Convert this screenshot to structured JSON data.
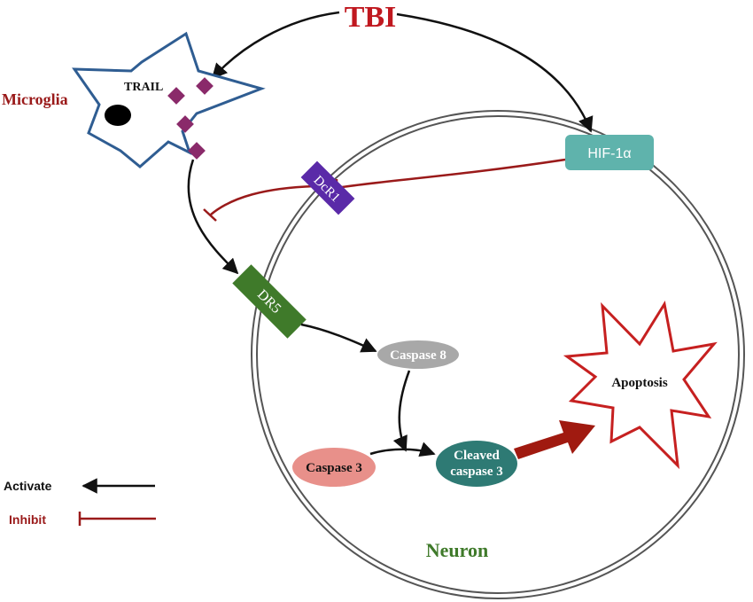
{
  "diagram": {
    "title": "TBI",
    "nodes": {
      "microglia": "Microglia",
      "trail": "TRAIL",
      "hif": "HIF-1α",
      "dcr1": "DcR1",
      "dr5": "DR5",
      "caspase8": "Caspase 8",
      "caspase3": "Caspase 3",
      "cleaved_line1": "Cleaved",
      "cleaved_line2": "caspase 3",
      "apoptosis": "Apoptosis",
      "neuron": "Neuron"
    },
    "legend": {
      "activate": "Activate",
      "inhibit": "Inhibit"
    },
    "colors": {
      "title": "#c0181f",
      "microglia_label": "#9a1a1a",
      "microglia_outline": "#2f5d92",
      "trail_marker": "#8a2a6a",
      "hif_box": "#5fb3ac",
      "dcr1_box": "#5a2aa8",
      "dr5_box": "#3f7a2a",
      "caspase8": "#a8a8a8",
      "caspase3": "#e8908a",
      "cleaved_caspase3": "#2e7a74",
      "apoptosis_outline": "#c62020",
      "activate_arrow": "#111111",
      "inhibit_arrow": "#9a1a1a",
      "neuron_label": "#3f7a2a",
      "big_arrow": "#a01a10"
    }
  }
}
